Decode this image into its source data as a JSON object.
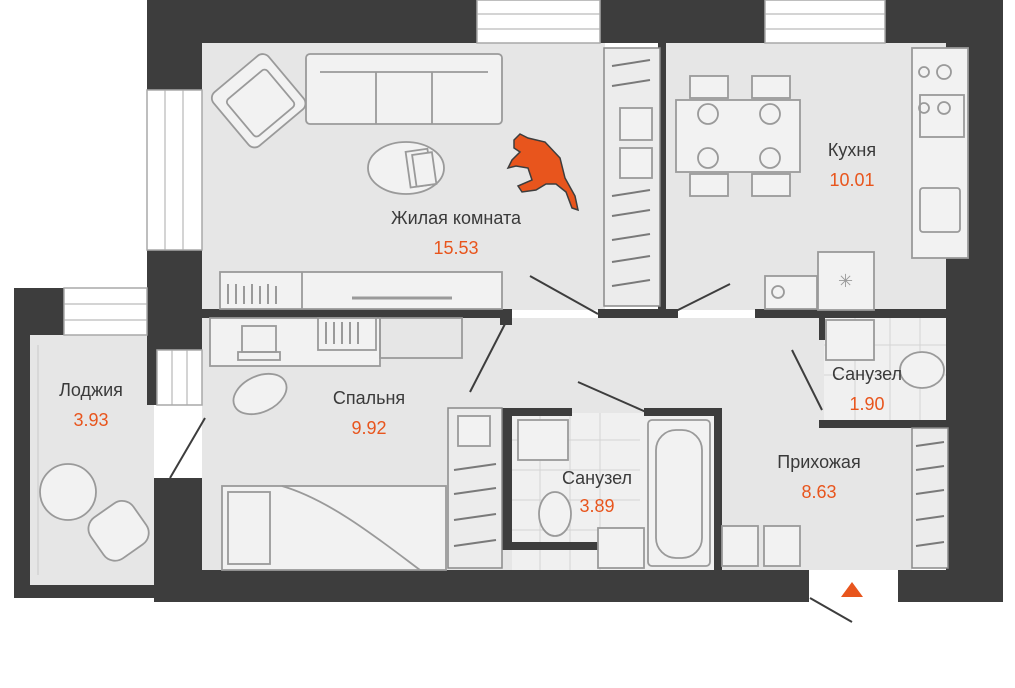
{
  "colors": {
    "wall": "#3d3d3d",
    "floor": "#e6e6e6",
    "accent": "#e8551d",
    "text": "#3a3a3a"
  },
  "rooms": {
    "living": {
      "name": "Жилая комната",
      "area": "15.53"
    },
    "kitchen": {
      "name": "Кухня",
      "area": "10.01"
    },
    "loggia": {
      "name": "Лоджия",
      "area": "3.93"
    },
    "bedroom": {
      "name": "Спальня",
      "area": "9.92"
    },
    "bath_small": {
      "name": "Санузел",
      "area": "1.90"
    },
    "bath_large": {
      "name": "Санузел",
      "area": "3.89"
    },
    "hallway": {
      "name": "Прихожая",
      "area": "8.63"
    }
  },
  "icons": {
    "entrance": "entrance-triangle-icon",
    "cat": "cat-icon"
  }
}
